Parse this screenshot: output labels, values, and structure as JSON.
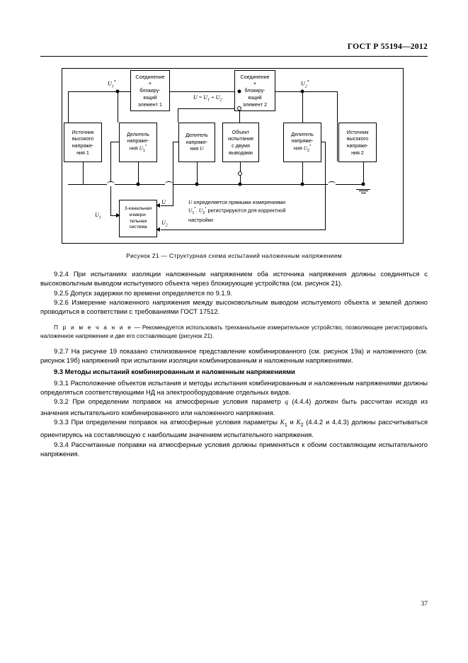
{
  "document": {
    "standard_header": "ГОСТ Р 55194—2012",
    "page_number": "37"
  },
  "figure": {
    "caption": "Рисунок 21 — Структурная схема испытаний наложенным напряжением",
    "boxes": [
      {
        "id": "source1",
        "lines": [
          "Источник",
          "высокого",
          "напряже-",
          "ния 1"
        ]
      },
      {
        "id": "conn1",
        "lines": [
          "Соединение",
          "+",
          "блокиру-",
          "ющий",
          "элемент 1"
        ]
      },
      {
        "id": "divider1",
        "lines": [
          "Делитель",
          "напряже-",
          "ния U1*"
        ]
      },
      {
        "id": "dividerU",
        "lines": [
          "Делитель",
          "напряже-",
          "ния U"
        ]
      },
      {
        "id": "testobj",
        "lines": [
          "Объект",
          "испытания",
          "с двумя",
          "выводами"
        ]
      },
      {
        "id": "conn2",
        "lines": [
          "Соединение",
          "+",
          "блокиру-",
          "ющий",
          "элемент 2"
        ]
      },
      {
        "id": "divider2",
        "lines": [
          "Делитель",
          "напряже-",
          "ния U2*"
        ]
      },
      {
        "id": "source2",
        "lines": [
          "Источник",
          "высокого",
          "напряже-",
          "ния 2"
        ]
      },
      {
        "id": "meas",
        "lines": [
          "3-канальная",
          "измери-",
          "тельная",
          "система"
        ]
      }
    ],
    "labels": {
      "u1star": "U1*",
      "u2star": "U2*",
      "usum": "U = U1 + U2",
      "u1": "U1",
      "u2": "U2",
      "u": "U"
    },
    "note_lines": [
      "U определяется прямыми измерениями",
      "U1*. U2* регистрируются для корректной",
      "настройки"
    ]
  },
  "body": {
    "p924": "9.2.4  При испытаниях изоляции наложенным напряжением оба источника напряжения должны соединяться с высоковольтным выводом испытуемого объекта через блокирующие устройства (см. рисунок 21).",
    "p925": "9.2.5  Допуск задержки по времени определяется по 9.1.9.",
    "p926": "9.2.6  Измерение наложенного напряжения между высоковольтным выводом испытуемого объекта и землей должно проводиться в соответствии с требованиями ГОСТ 17512.",
    "note_label": "П р и м е ч а н и е",
    "note_body": " — Рекомендуется использовать трехканальное измерительное устройство, позволяющее регистрировать наложенное напряжение и две его составляющие (рисунок 21).",
    "p927": "9.2.7  На рисунке 19 показано стилизованное представление комбинированного (см. рисунок 19а) и наложенного (см. рисунок 19б) напряжений при испытании изоляции комбинированным и наложенным напряжениями.",
    "h93": "9.3  Методы испытаний комбинированным и наложенным напряжениями",
    "p931": "9.3.1  Расположение объектов испытания и методы испытания комбинированным и наложенным напряжениями должны определяться соответствующими НД на электрооборудование отдельных видов.",
    "p932_a": "9.3.2  При определении поправок на атмосферные условия параметр ",
    "p932_i": "q",
    "p932_b": " (4.4.4) должен быть рассчитан исходя из значения испытательного комбинированного или наложенного напряжения.",
    "p933_a": "9.3.3  При определении поправок на атмосферные условия параметры ",
    "p933_k1": "K",
    "p933_k1s": "1",
    "p933_mid": " и ",
    "p933_k2": "K",
    "p933_k2s": "2",
    "p933_b": " (4.4.2 и 4.4.3) должны рассчитываться ориентируясь на составляющую с наибольшим значением испытательного напряжения.",
    "p934": "9.3.4  Рассчитанные поправки на атмосферные условия должны применяться к обоим составляющим испытательного напряжения."
  }
}
